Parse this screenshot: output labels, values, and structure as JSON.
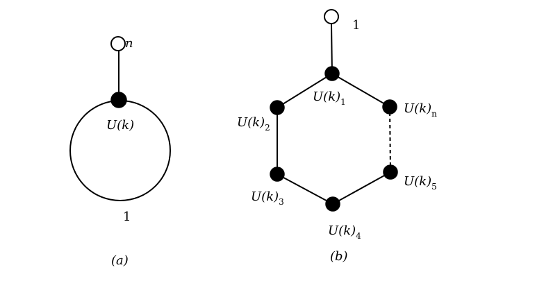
{
  "panel_a": {
    "caption": "(a)",
    "pendant_label": "n",
    "vertex_label": "U(k)",
    "loop_label": "1"
  },
  "panel_b": {
    "caption": "(b)",
    "pendant_label": "1",
    "vertices": [
      {
        "base": "U(k)",
        "sub": "1"
      },
      {
        "base": "U(k)",
        "sub": "2"
      },
      {
        "base": "U(k)",
        "sub": "3"
      },
      {
        "base": "U(k)",
        "sub": "4"
      },
      {
        "base": "U(k)",
        "sub": "5"
      },
      {
        "base": "U(k)",
        "sub": "n"
      }
    ]
  }
}
